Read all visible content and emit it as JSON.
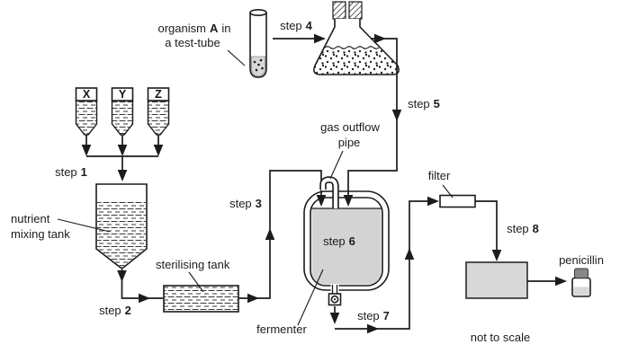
{
  "diagram": "penicillin production process flow",
  "labels": {
    "organism_line1_pre": "organism",
    "organism_line1_bold": "A",
    "organism_line1_post": "in",
    "organism_line2": "a test-tube",
    "nutrient_line1": "nutrient",
    "nutrient_line2": "mixing tank",
    "sterilising_tank": "sterilising tank",
    "gas_outflow_line1": "gas outflow",
    "gas_outflow_line2": "pipe",
    "fermenter": "fermenter",
    "filter": "filter",
    "penicillin": "penicillin",
    "not_to_scale": "not to scale"
  },
  "steps": {
    "s1": {
      "word": "step",
      "num": "1"
    },
    "s2": {
      "word": "step",
      "num": "2"
    },
    "s3": {
      "word": "step",
      "num": "3"
    },
    "s4": {
      "word": "step",
      "num": "4"
    },
    "s5": {
      "word": "step",
      "num": "5"
    },
    "s6": {
      "word": "step",
      "num": "6"
    },
    "s7": {
      "word": "step",
      "num": "7"
    },
    "s8": {
      "word": "step",
      "num": "8"
    }
  },
  "hoppers": {
    "x": "X",
    "y": "Y",
    "z": "Z"
  },
  "colors": {
    "background": "#ffffff",
    "line": "#1c1c1c",
    "text": "#1c1c1c",
    "fermenter_liquid": "#d3d3d3",
    "product_box": "#d8d8d8",
    "bottle_cap": "#878787",
    "bottle_liquid": "#d8d8d8",
    "tube_culture": "#d8d8d8"
  }
}
